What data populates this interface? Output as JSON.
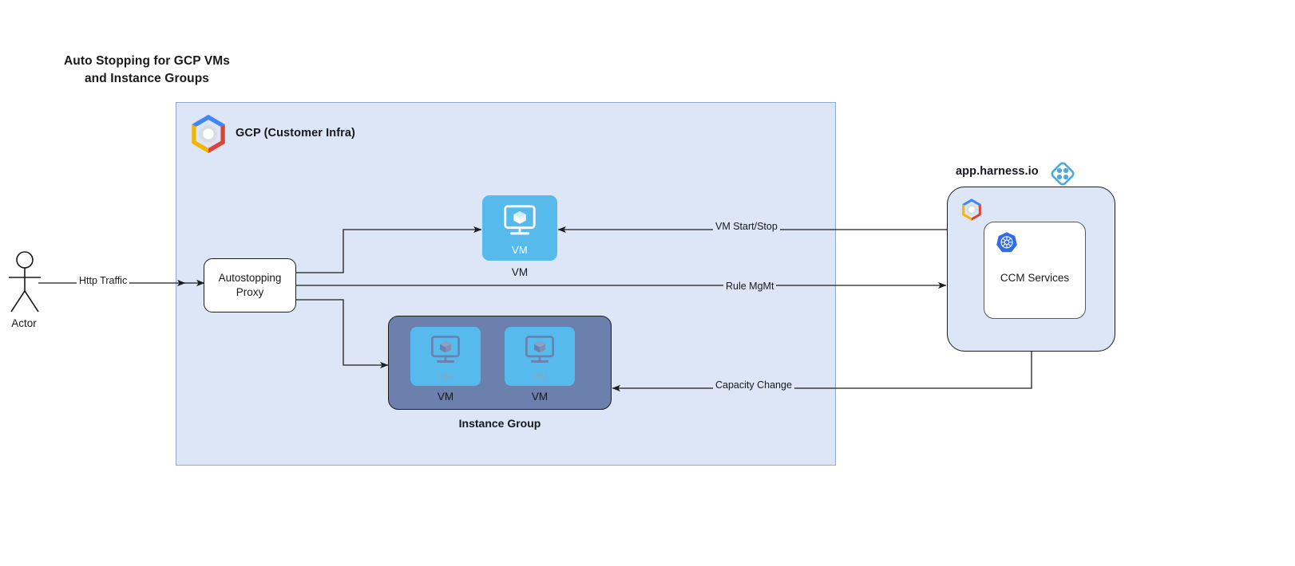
{
  "title": "Auto Stopping for GCP VMs\nand Instance Groups",
  "actor": {
    "label": "Actor",
    "icon": "actor-stick-figure-icon"
  },
  "gcp_container": {
    "header": "GCP (Customer Infra)",
    "logo_icon": "gcp-hexagon-logo-icon",
    "background_color": "#dce6f7",
    "border_color": "#8fa8cc"
  },
  "autostopping_proxy": {
    "label": "Autostopping\nProxy"
  },
  "vm_standalone": {
    "inner_label": "VM",
    "caption": "VM",
    "icon": "vm-monitor-cube-icon",
    "tile_color": "#56bbec"
  },
  "instance_group": {
    "caption": "Instance Group",
    "container_color": "#6b80ad",
    "vms": [
      {
        "inner_label": "VM",
        "caption": "VM",
        "icon": "vm-monitor-cube-icon"
      },
      {
        "inner_label": "VM",
        "caption": "VM",
        "icon": "vm-monitor-cube-icon"
      }
    ]
  },
  "harness": {
    "title": "app.harness.io",
    "logo_icon": "harness-diamond-logo-icon",
    "gcp_logo_icon": "gcp-hexagon-logo-icon",
    "panel_color": "#dce6f7",
    "ccm_card": {
      "label": "CCM Services",
      "icon": "kubernetes-helm-wheel-icon",
      "icon_color": "#326ce5"
    }
  },
  "connectors": [
    {
      "name": "http-traffic",
      "label": "Http Traffic",
      "from": "actor",
      "to": "autostopping-proxy"
    },
    {
      "name": "vm-start-stop",
      "label": "VM Start/Stop",
      "from": "harness-panel",
      "to": "vm-standalone"
    },
    {
      "name": "rule-mgmt",
      "label": "Rule MgMt",
      "from": "autostopping-proxy",
      "to": "harness-panel"
    },
    {
      "name": "capacity-change",
      "label": "Capacity Change",
      "from": "harness-panel",
      "to": "instance-group"
    },
    {
      "name": "proxy-to-vm",
      "label": "",
      "from": "autostopping-proxy",
      "to": "vm-standalone"
    },
    {
      "name": "proxy-to-instance-group",
      "label": "",
      "from": "autostopping-proxy",
      "to": "instance-group"
    }
  ]
}
